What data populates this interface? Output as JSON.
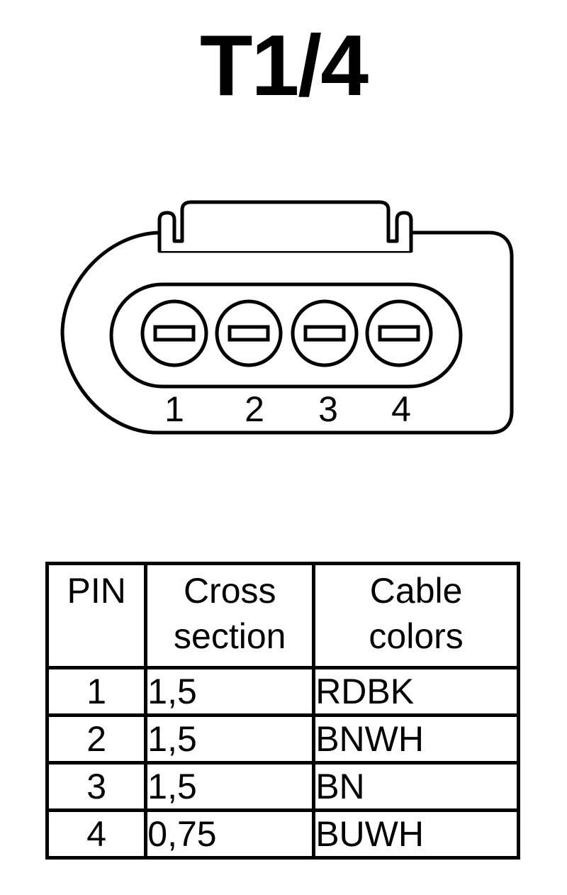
{
  "title": "T1/4",
  "connector": {
    "pin_numbers": [
      "1",
      "2",
      "3",
      "4"
    ]
  },
  "table": {
    "headers": {
      "pin": "PIN",
      "cross_section": [
        "Cross",
        "section"
      ],
      "cable_colors": [
        "Cable",
        "colors"
      ]
    },
    "rows": [
      {
        "pin": "1",
        "cross_section": "1,5",
        "color": "RDBK"
      },
      {
        "pin": "2",
        "cross_section": "1,5",
        "color": "BNWH"
      },
      {
        "pin": "3",
        "cross_section": "1,5",
        "color": "BN"
      },
      {
        "pin": "4",
        "cross_section": "0,75",
        "color": "BUWH"
      }
    ]
  }
}
